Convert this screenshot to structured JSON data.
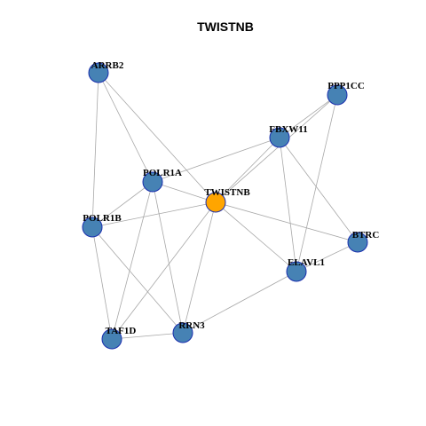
{
  "title": "TWISTNB",
  "colors": {
    "node_fill": "#4682b4",
    "hub_fill": "#ffa500",
    "node_border": "#1a2fae",
    "edge": "#a8a8a8"
  },
  "network": {
    "hub": "TWISTNB",
    "nodes": [
      {
        "id": "ARRB2"
      },
      {
        "id": "PPP1CC"
      },
      {
        "id": "FBXW11"
      },
      {
        "id": "POLR1A"
      },
      {
        "id": "TWISTNB"
      },
      {
        "id": "POLR1B"
      },
      {
        "id": "BTRC"
      },
      {
        "id": "ELAVL1"
      },
      {
        "id": "TAF1D"
      },
      {
        "id": "RRN3"
      }
    ],
    "edges": [
      [
        "ARRB2",
        "POLR1A"
      ],
      [
        "ARRB2",
        "POLR1B"
      ],
      [
        "ARRB2",
        "TWISTNB"
      ],
      [
        "PPP1CC",
        "FBXW11"
      ],
      [
        "PPP1CC",
        "TWISTNB"
      ],
      [
        "PPP1CC",
        "ELAVL1"
      ],
      [
        "FBXW11",
        "TWISTNB"
      ],
      [
        "FBXW11",
        "POLR1A"
      ],
      [
        "FBXW11",
        "ELAVL1"
      ],
      [
        "FBXW11",
        "BTRC"
      ],
      [
        "POLR1A",
        "POLR1B"
      ],
      [
        "POLR1A",
        "TWISTNB"
      ],
      [
        "POLR1A",
        "TAF1D"
      ],
      [
        "POLR1A",
        "RRN3"
      ],
      [
        "TWISTNB",
        "POLR1B"
      ],
      [
        "TWISTNB",
        "BTRC"
      ],
      [
        "TWISTNB",
        "ELAVL1"
      ],
      [
        "TWISTNB",
        "TAF1D"
      ],
      [
        "TWISTNB",
        "RRN3"
      ],
      [
        "POLR1B",
        "TAF1D"
      ],
      [
        "POLR1B",
        "RRN3"
      ],
      [
        "BTRC",
        "ELAVL1"
      ],
      [
        "ELAVL1",
        "RRN3"
      ],
      [
        "TAF1D",
        "RRN3"
      ]
    ]
  }
}
